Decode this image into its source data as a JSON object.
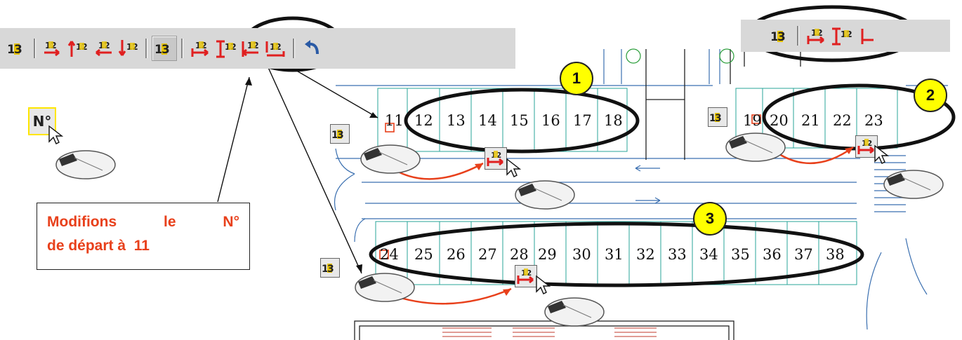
{
  "toolbar_main": {
    "buttons": [
      {
        "name": "renumber-start",
        "glyph": "1|3"
      },
      {
        "name": "number-right",
        "glyph": "12"
      },
      {
        "name": "number-up",
        "glyph": "12"
      },
      {
        "name": "number-left",
        "glyph": "12"
      },
      {
        "name": "number-down",
        "glyph": "12"
      },
      {
        "name": "renumber-start-active",
        "glyph": "1|3"
      },
      {
        "name": "number-row-right",
        "glyph": "12"
      },
      {
        "name": "number-row-up",
        "glyph": "12"
      },
      {
        "name": "number-row-left",
        "glyph": "12"
      },
      {
        "name": "number-row-down",
        "glyph": "12"
      },
      {
        "name": "undo",
        "glyph": "↶"
      }
    ]
  },
  "callout": {
    "line1_a": "Modifions",
    "line1_b": "le",
    "line1_c": "N°",
    "line2": "de départ à  11"
  },
  "badges": {
    "b1": "1",
    "b2": "2",
    "b3": "3"
  },
  "row1": [
    "11",
    "12",
    "13",
    "14",
    "15",
    "16",
    "17",
    "18"
  ],
  "row2": [
    "19",
    "20",
    "21",
    "22",
    "23"
  ],
  "row3": [
    "24",
    "25",
    "26",
    "27",
    "28",
    "29",
    "30",
    "31",
    "32",
    "33",
    "34",
    "35",
    "36",
    "37",
    "38"
  ],
  "floating_icons": {
    "number_icon": "N°",
    "renumber": "1|3",
    "row_number": "12"
  },
  "colors": {
    "accent_red": "#e8401b",
    "grid_blue": "#3a6fb0",
    "stall_teal": "#2aa59a",
    "badge_yellow": "#ffff00"
  }
}
